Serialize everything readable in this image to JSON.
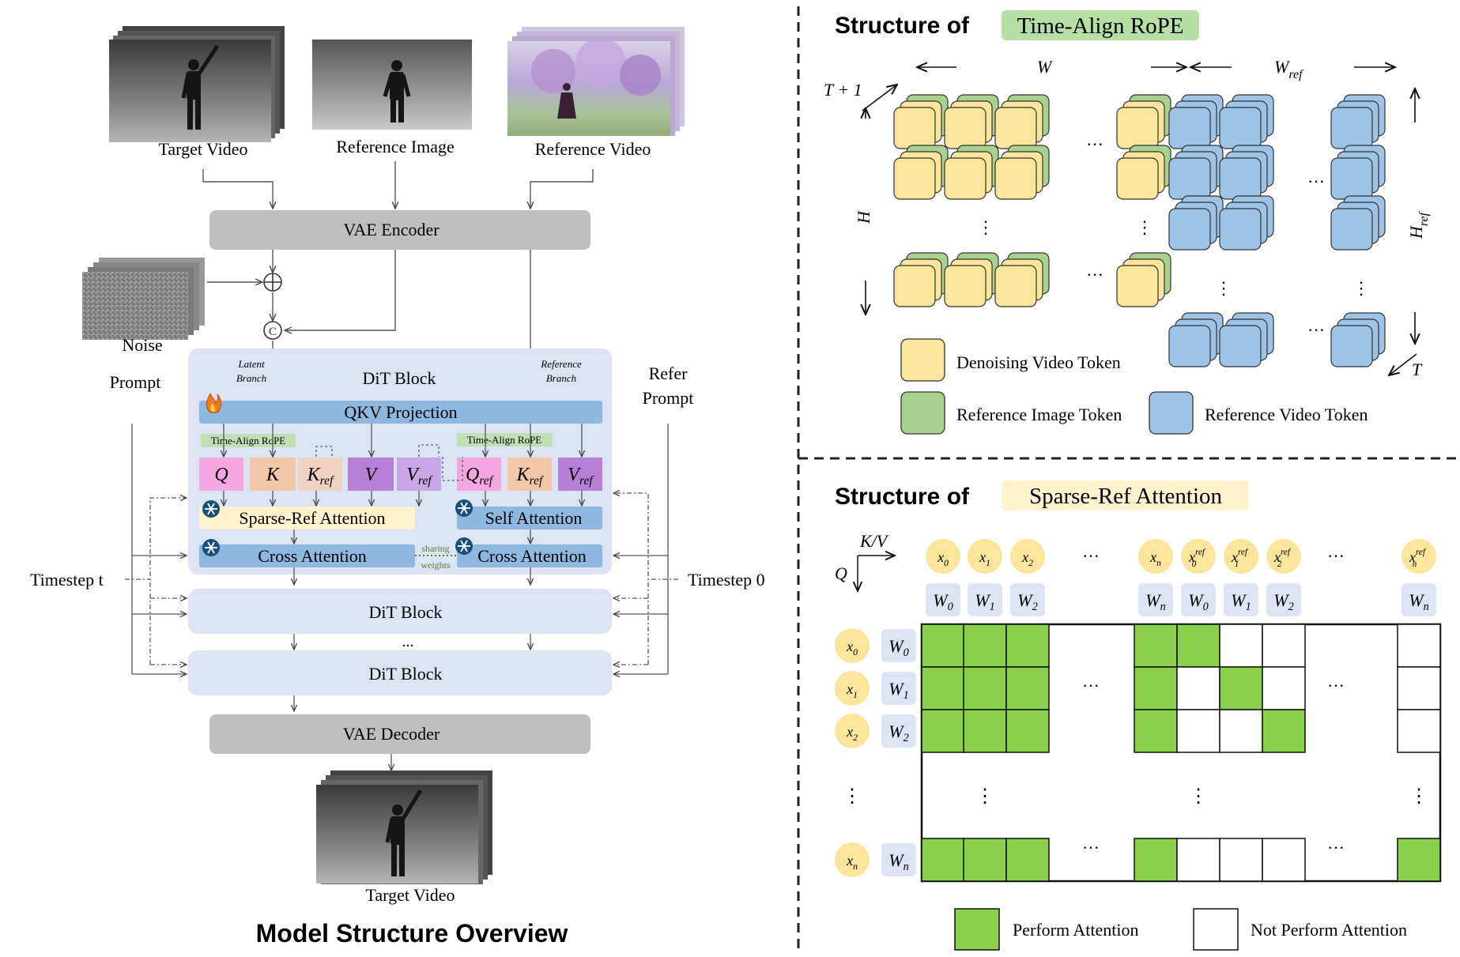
{
  "overview": {
    "title": "Model Structure Overview",
    "inputs": {
      "target_video": "Target Video",
      "reference_image": "Reference Image",
      "reference_video": "Reference Video"
    },
    "noise": "Noise",
    "prompt": "Prompt",
    "refer_prompt_line1": "Refer",
    "refer_prompt_line2": "Prompt",
    "vae_encoder": "VAE Encoder",
    "vae_decoder": "VAE Decoder",
    "output_video": "Target Video",
    "timestep_t": "Timestep t",
    "timestep_0": "Timestep 0",
    "dit_block": {
      "title": "DiT Block",
      "latent_branch_line1": "Latent",
      "latent_branch_line2": "Branch",
      "reference_branch_line1": "Reference",
      "reference_branch_line2": "Branch",
      "qkv_projection": "QKV Projection",
      "rope_label_left": "Time-Align RoPE",
      "rope_label_right": "Time-Align RoPE",
      "tokens": [
        {
          "main": "Q",
          "sub": ""
        },
        {
          "main": "K",
          "sub": ""
        },
        {
          "main": "K",
          "sub": "ref"
        },
        {
          "main": "V",
          "sub": ""
        },
        {
          "main": "V",
          "sub": "ref"
        },
        {
          "main": "Q",
          "sub": "ref"
        },
        {
          "main": "K",
          "sub": "ref"
        },
        {
          "main": "V",
          "sub": "ref"
        }
      ],
      "sparse_ref_attention": "Sparse-Ref Attention",
      "self_attention": "Self Attention",
      "cross_attention_left": "Cross Attention",
      "cross_attention_right": "Cross Attention",
      "sharing_line1": "sharing",
      "sharing_line2": "weights"
    },
    "dit_block_2": "DiT Block",
    "dit_block_3": "DiT Block",
    "ellipsis": "..."
  },
  "rope_panel": {
    "title_prefix": "Structure of",
    "title_highlight": "Time-Align RoPE",
    "label_T1": "T + 1",
    "label_W": "W",
    "label_Wref": "W",
    "label_Wref_sub": "ref",
    "label_H": "H",
    "label_Href": "H",
    "label_Href_sub": "ref",
    "label_T": "T",
    "legend": {
      "denoising": "Denoising Video Token",
      "ref_image": "Reference Image Token",
      "ref_video": "Reference Video Token"
    },
    "colors": {
      "denoising": "#fbe59a",
      "ref_image": "#a9d18e",
      "ref_video": "#9dc3e6"
    }
  },
  "attention_panel": {
    "title_prefix": "Structure of",
    "title_highlight": "Sparse-Ref Attention",
    "kv_label": "K/V",
    "q_label": "Q",
    "col_x": [
      {
        "main": "x",
        "sub": "0",
        "sup": ""
      },
      {
        "main": "x",
        "sub": "1",
        "sup": ""
      },
      {
        "main": "x",
        "sub": "2",
        "sup": ""
      },
      {
        "main": "x",
        "sub": "n",
        "sup": ""
      },
      {
        "main": "x",
        "sub": "0",
        "sup": "ref"
      },
      {
        "main": "x",
        "sub": "1",
        "sup": "ref"
      },
      {
        "main": "x",
        "sub": "2",
        "sup": "ref"
      },
      {
        "main": "x",
        "sub": "n",
        "sup": "ref"
      }
    ],
    "col_w": [
      {
        "main": "W",
        "sub": "0"
      },
      {
        "main": "W",
        "sub": "1"
      },
      {
        "main": "W",
        "sub": "2"
      },
      {
        "main": "W",
        "sub": "n"
      },
      {
        "main": "W",
        "sub": "0"
      },
      {
        "main": "W",
        "sub": "1"
      },
      {
        "main": "W",
        "sub": "2"
      },
      {
        "main": "W",
        "sub": "n"
      }
    ],
    "row_x": [
      {
        "main": "x",
        "sub": "0"
      },
      {
        "main": "x",
        "sub": "1"
      },
      {
        "main": "x",
        "sub": "2"
      },
      {
        "main": "x",
        "sub": "n"
      }
    ],
    "row_w": [
      {
        "main": "W",
        "sub": "0"
      },
      {
        "main": "W",
        "sub": "1"
      },
      {
        "main": "W",
        "sub": "2"
      },
      {
        "main": "W",
        "sub": "n"
      }
    ],
    "ellipsis_h": "···",
    "ellipsis_v": "⋮",
    "legend": {
      "perform": "Perform Attention",
      "not_perform": "Not Perform Attention"
    },
    "mask": [
      [
        1,
        1,
        1,
        1,
        1,
        0,
        0,
        0
      ],
      [
        1,
        1,
        1,
        1,
        0,
        1,
        0,
        0
      ],
      [
        1,
        1,
        1,
        1,
        0,
        0,
        1,
        0
      ],
      [
        1,
        1,
        1,
        1,
        0,
        0,
        0,
        1
      ]
    ],
    "colors": {
      "perform": "#8bd04b",
      "not_perform": "#ffffff"
    }
  }
}
